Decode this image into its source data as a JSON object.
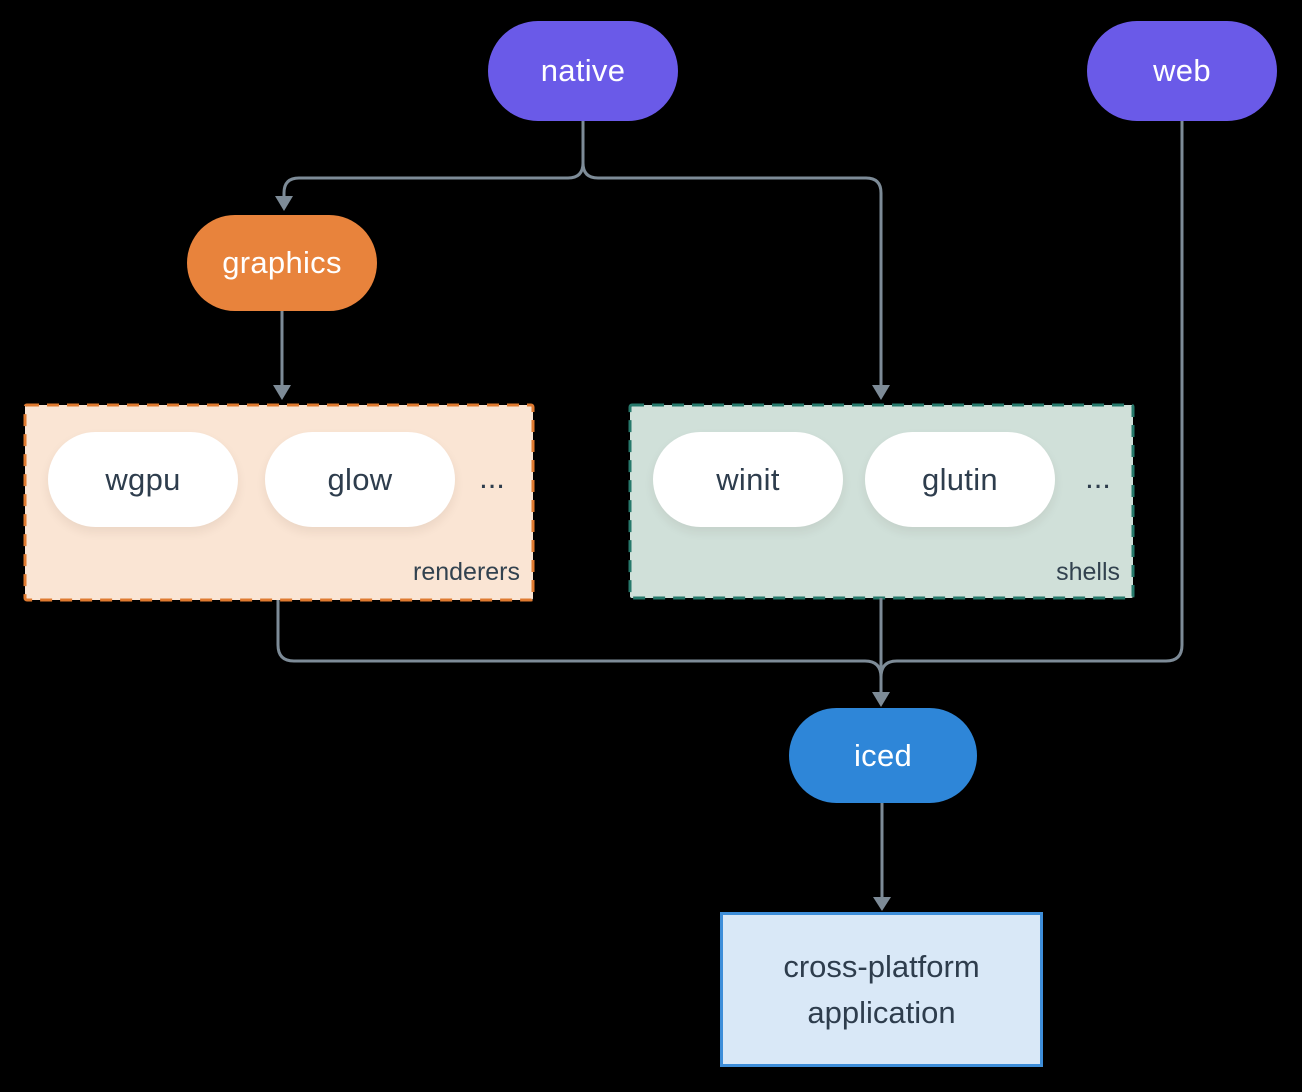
{
  "colors": {
    "background": "#000000",
    "line": "#7d8b97",
    "purple": "#6a5ae8",
    "orange": "#e8833c",
    "blue": "#2e86d8",
    "pill-text-light": "#ffffff",
    "pill-text-dark": "#2e3d4d",
    "renderers-fill": "#fae5d4",
    "renderers-border": "#df7a30",
    "shells-fill": "#d0e0d9",
    "shells-border": "#26796b",
    "app-fill": "#d9e8f7",
    "app-border": "#3e8ed9",
    "group-label": "#32424f"
  },
  "nodes": {
    "native": {
      "label": "native"
    },
    "web": {
      "label": "web"
    },
    "graphics": {
      "label": "graphics"
    },
    "wgpu": {
      "label": "wgpu"
    },
    "glow": {
      "label": "glow"
    },
    "winit": {
      "label": "winit"
    },
    "glutin": {
      "label": "glutin"
    },
    "iced": {
      "label": "iced"
    },
    "app": {
      "line1": "cross-platform",
      "line2": "application"
    }
  },
  "groups": {
    "renderers": {
      "label": "renderers",
      "ellipsis": "..."
    },
    "shells": {
      "label": "shells",
      "ellipsis": "..."
    }
  },
  "edges": [
    {
      "from": "native",
      "to": "graphics"
    },
    {
      "from": "native",
      "to": "shells"
    },
    {
      "from": "graphics",
      "to": "renderers"
    },
    {
      "from": "renderers",
      "to": "iced"
    },
    {
      "from": "shells",
      "to": "iced"
    },
    {
      "from": "web",
      "to": "iced"
    },
    {
      "from": "iced",
      "to": "app"
    }
  ]
}
